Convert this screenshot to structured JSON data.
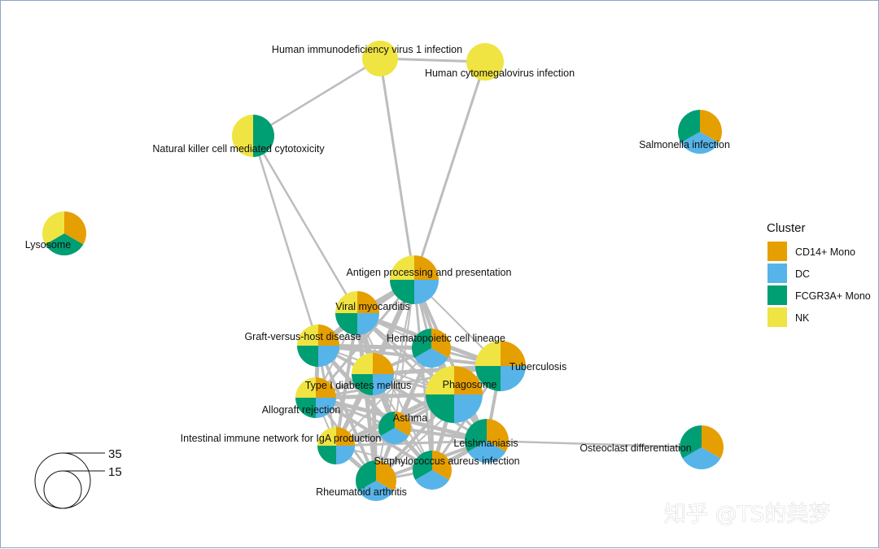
{
  "legend": {
    "title": "Cluster",
    "items": [
      {
        "label": "CD14+ Mono",
        "color": "#E69F00"
      },
      {
        "label": "DC",
        "color": "#56B4E9"
      },
      {
        "label": "FCGR3A+ Mono",
        "color": "#009E73"
      },
      {
        "label": "NK",
        "color": "#F0E442"
      }
    ]
  },
  "size_legend": {
    "large_label": "35",
    "small_label": "15"
  },
  "watermark": "知乎 @TS的美梦",
  "edge_color": "#bdbdbd",
  "nodes": [
    {
      "id": "hiv",
      "label": "Human immunodeficiency virus 1 infection",
      "slices": [
        0,
        0,
        0,
        1
      ]
    },
    {
      "id": "hcmv",
      "label": "Human cytomegalovirus infection",
      "slices": [
        0,
        0,
        0,
        1
      ]
    },
    {
      "id": "nkc",
      "label": "Natural killer cell mediated cytotoxicity",
      "slices": [
        0,
        0,
        1,
        1
      ]
    },
    {
      "id": "salm",
      "label": "Salmonella infection",
      "slices": [
        1,
        1,
        1,
        0
      ]
    },
    {
      "id": "lyso",
      "label": "Lysosome",
      "slices": [
        1,
        0,
        1,
        1
      ]
    },
    {
      "id": "antigen",
      "label": "Antigen processing and presentation",
      "slices": [
        1,
        1,
        1,
        1
      ]
    },
    {
      "id": "viral",
      "label": "Viral myocarditis",
      "slices": [
        1,
        1,
        1,
        1
      ]
    },
    {
      "id": "gvhd",
      "label": "Graft-versus-host disease",
      "slices": [
        1,
        1,
        1,
        1
      ]
    },
    {
      "id": "hema",
      "label": "Hematopoietic cell lineage",
      "slices": [
        1,
        1,
        1,
        0
      ]
    },
    {
      "id": "tb",
      "label": "Tuberculosis",
      "slices": [
        1,
        1,
        1,
        1
      ]
    },
    {
      "id": "t1d",
      "label": "Type I diabetes mellitus",
      "slices": [
        1,
        1,
        1,
        1
      ]
    },
    {
      "id": "phago",
      "label": "Phagosome",
      "slices": [
        1,
        1,
        1,
        1
      ]
    },
    {
      "id": "allo",
      "label": "Allograft rejection",
      "slices": [
        1,
        1,
        1,
        1
      ]
    },
    {
      "id": "asthma",
      "label": "Asthma",
      "slices": [
        1,
        1,
        1,
        0
      ]
    },
    {
      "id": "iga",
      "label": "Intestinal immune network for IgA production",
      "slices": [
        1,
        1,
        1,
        1
      ]
    },
    {
      "id": "leish",
      "label": "Leishmaniasis",
      "slices": [
        1,
        1,
        1,
        0
      ]
    },
    {
      "id": "osteo",
      "label": "Osteoclast differentiation",
      "slices": [
        1,
        1,
        1,
        0
      ]
    },
    {
      "id": "staph",
      "label": "Staphylococcus aureus infection",
      "slices": [
        1,
        1,
        1,
        0
      ]
    },
    {
      "id": "ra",
      "label": "Rheumatoid arthritis",
      "slices": [
        1,
        1,
        1,
        0
      ]
    }
  ]
}
